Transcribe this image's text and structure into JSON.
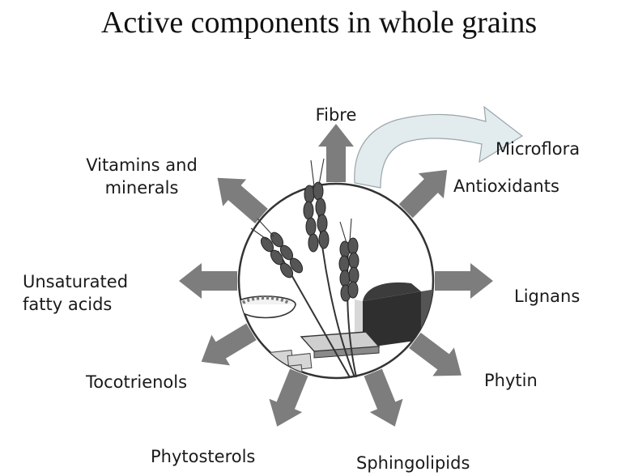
{
  "title": "Active components in whole grains",
  "center_image": "whole-grains-illustration",
  "components": {
    "fibre": "Fibre",
    "microflora": "Microflora",
    "antioxidants": "Antioxidants",
    "lignans": "Lignans",
    "phytin": "Phytin",
    "sphingolipids": "Sphingolipids",
    "phytosterols": "Phytosterols",
    "tocotrienols": "Tocotrienols",
    "unsaturated_fatty_acids": [
      "Unsaturated",
      "fatty acids"
    ],
    "vitamins_and_minerals": [
      "Vitamins and",
      "minerals"
    ]
  },
  "colors": {
    "arrow": "#7d7d7d",
    "curved_arrow": "#e2ebee",
    "text": "#1a1a1a"
  }
}
